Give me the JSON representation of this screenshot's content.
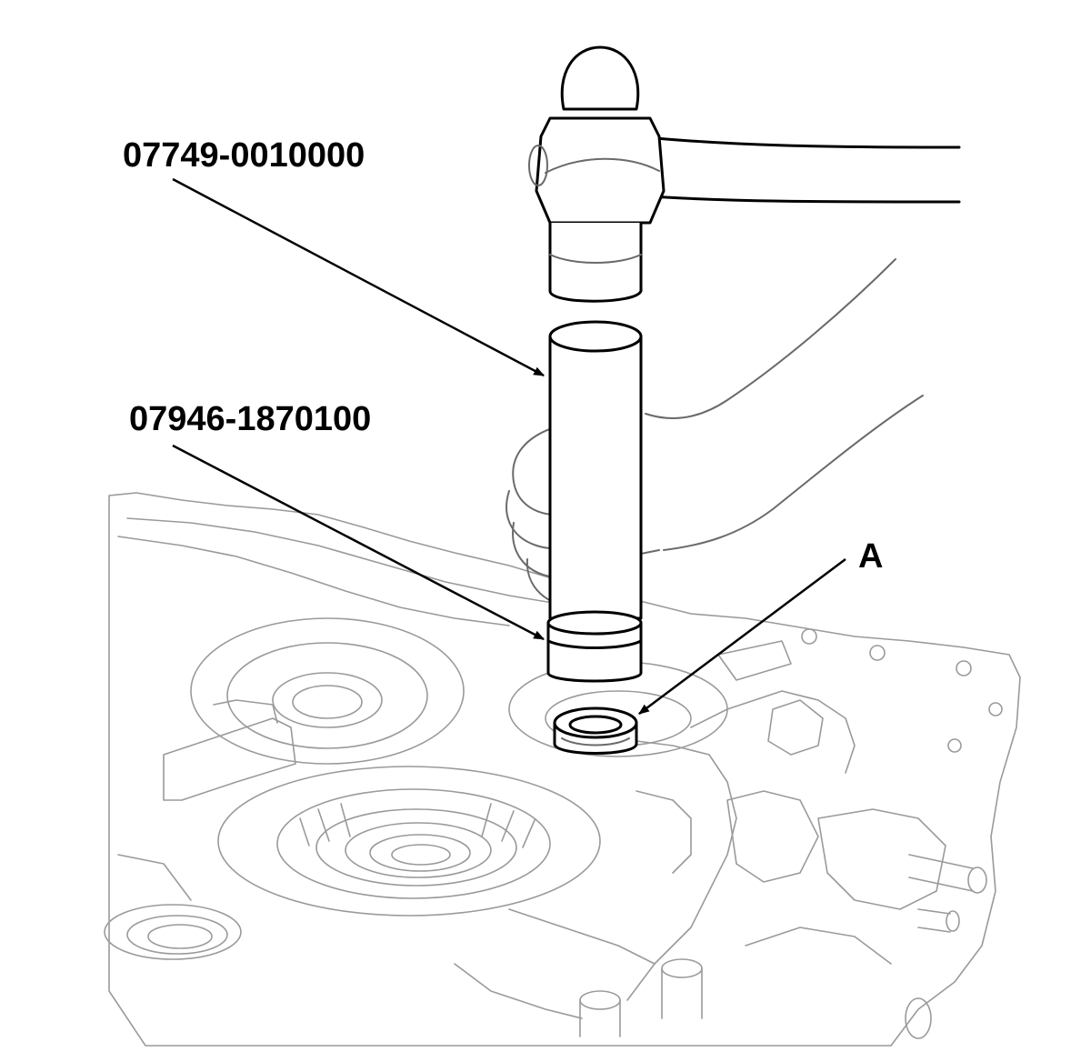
{
  "labels": {
    "tool_driver": "07749-0010000",
    "tool_attachment": "07946-1870100",
    "part_a": "A"
  },
  "colors": {
    "line": "#000000",
    "background_line": "#9a9a9a",
    "background": "#ffffff"
  }
}
